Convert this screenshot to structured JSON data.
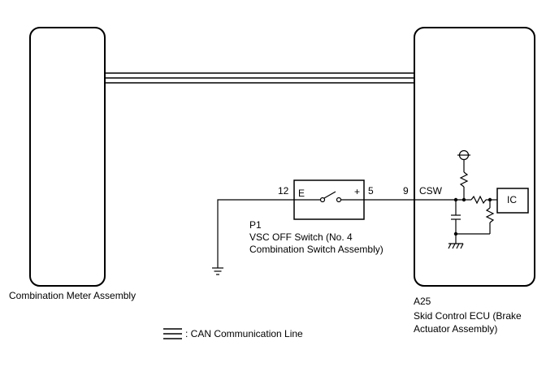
{
  "combination_meter": {
    "name": "Combination Meter Assembly"
  },
  "switch": {
    "code": "P1",
    "name_line1": "VSC OFF Switch (No. 4",
    "name_line2": "Combination Switch Assembly)",
    "terminal_left": "E",
    "terminal_right": "+",
    "pin_left": "12",
    "pin_right": "5"
  },
  "ecu": {
    "code": "A25",
    "name_line1": "Skid Control ECU (Brake",
    "name_line2": "Actuator Assembly)",
    "pin": "9",
    "terminal": "CSW",
    "ic_label": "IC"
  },
  "legend": {
    "can_line": ": CAN Communication Line"
  },
  "colors": {
    "stroke": "#000000",
    "background": "#ffffff"
  }
}
